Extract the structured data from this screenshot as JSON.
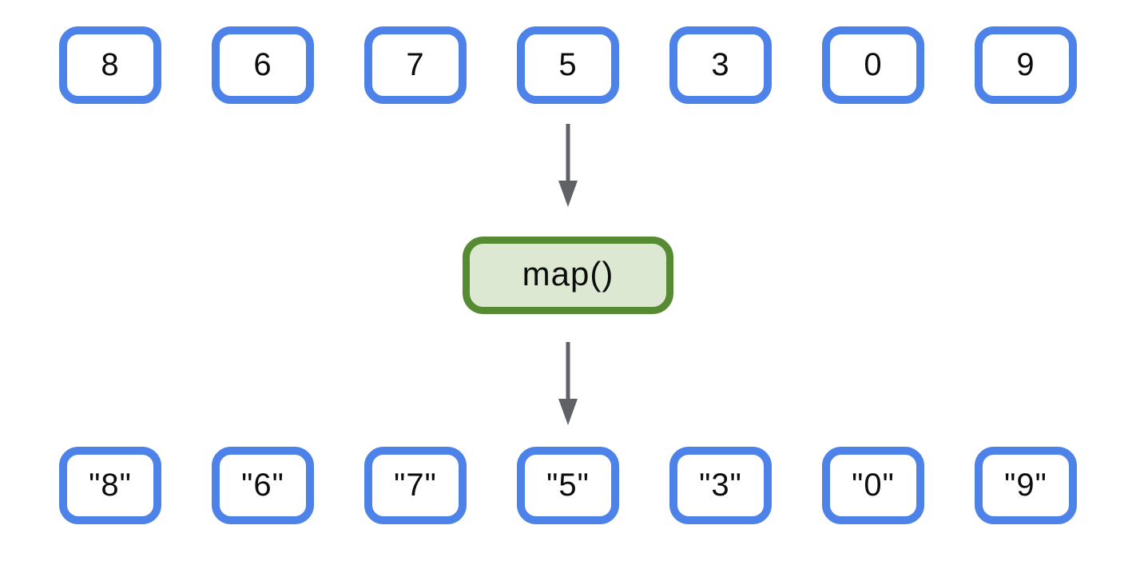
{
  "diagram_title": "map() transformation diagram",
  "input_row": {
    "items": [
      "8",
      "6",
      "7",
      "5",
      "3",
      "0",
      "9"
    ]
  },
  "function_box": {
    "label": "map()"
  },
  "output_row": {
    "items": [
      "\"8\"",
      "\"6\"",
      "\"7\"",
      "\"5\"",
      "\"3\"",
      "\"0\"",
      "\"9\""
    ]
  },
  "icons": {
    "arrow_1": "arrow-down-icon",
    "arrow_2": "arrow-down-icon"
  },
  "colors": {
    "box_border": "#4d82e8",
    "box_fill": "#ffffff",
    "function_border": "#568b33",
    "function_fill": "#dde8d2",
    "arrow": "#5f6165",
    "text": "#0d0d0d",
    "page_bg": "#ffffff"
  }
}
